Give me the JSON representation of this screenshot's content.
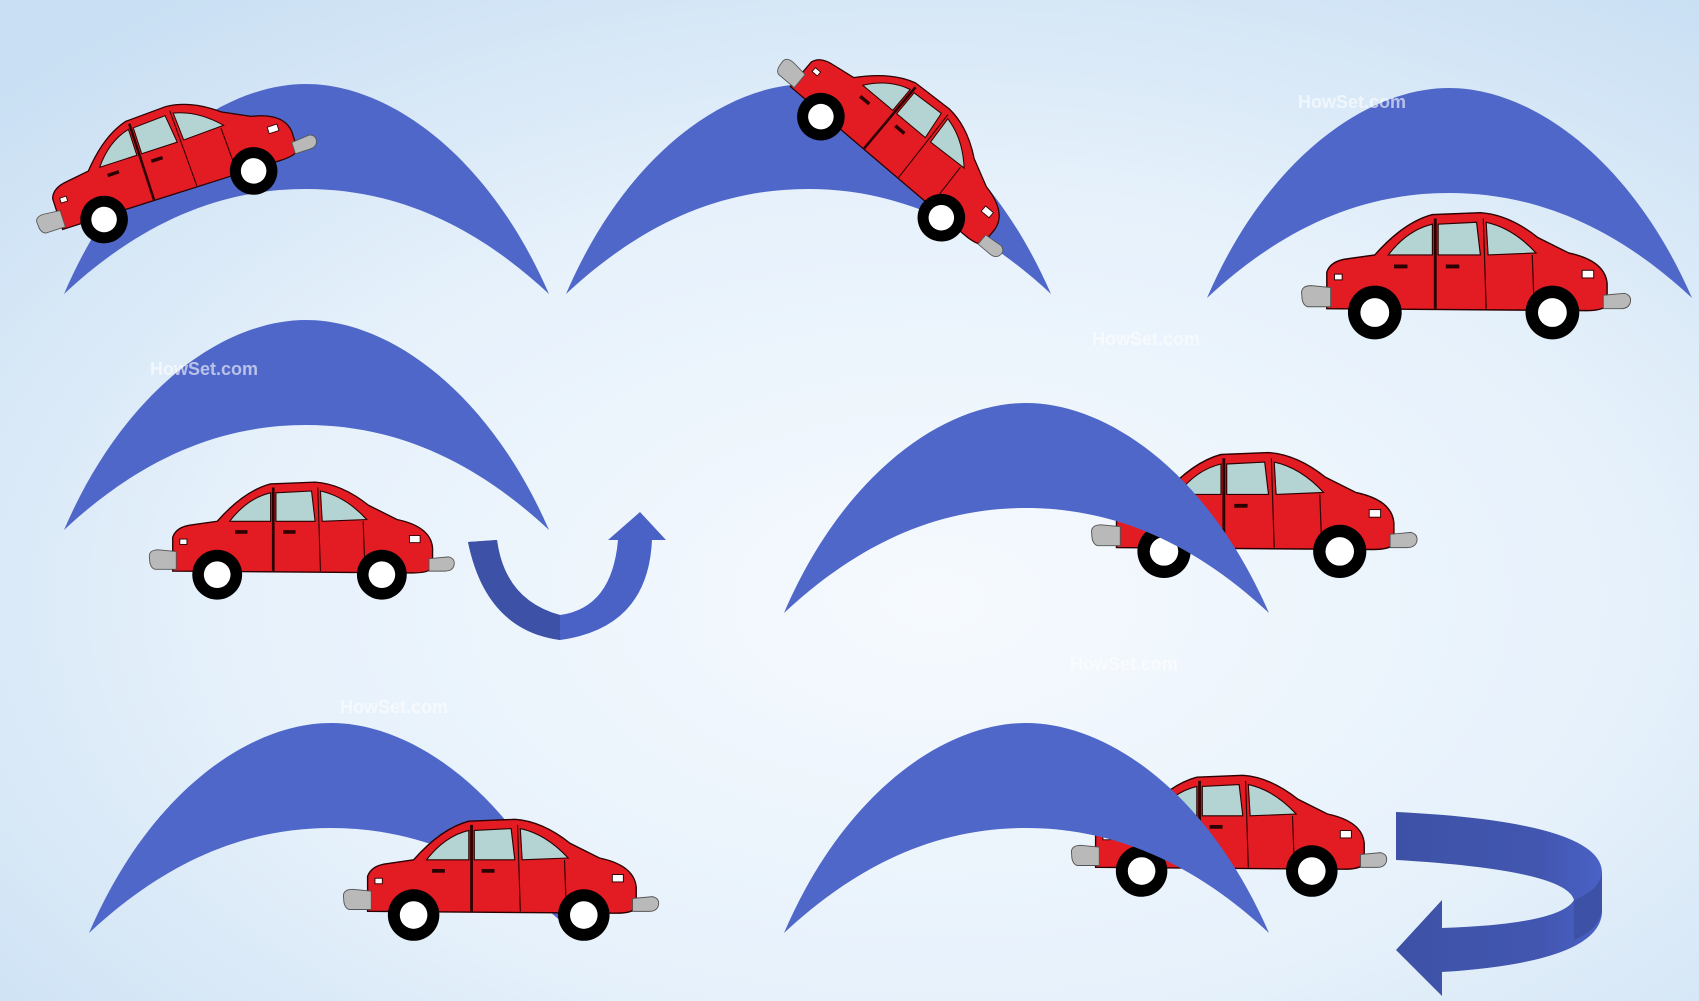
{
  "colors": {
    "background_top": "#d4e6f6",
    "background_mid": "#f3f8fd",
    "arch": "#4f67c9",
    "arrow_light": "#4a62c6",
    "arrow_dark": "#3d52a6",
    "car_body": "#e31b23",
    "car_window": "#b4d4d4",
    "tire": "#000000",
    "hubcap": "#ffffff",
    "bumper": "#b9b9b9"
  },
  "watermarks": [
    "HowSet.com",
    "HowSet.com",
    "HowSet.com",
    "HowSet.com",
    "HowSet.com"
  ],
  "scenes": [
    {
      "label": "car-over-arch-left",
      "icon": "car-icon"
    },
    {
      "label": "car-over-arch-down",
      "icon": "car-icon"
    },
    {
      "label": "car-under-arch",
      "icon": "car-icon"
    },
    {
      "label": "car-under-arch-with-u-arrow",
      "icon": "curved-arrow-icon"
    },
    {
      "label": "car-behind-arch-right",
      "icon": "car-icon"
    },
    {
      "label": "car-through-arch-bottom",
      "icon": "car-icon"
    },
    {
      "label": "car-behind-arch-with-loop-arrow",
      "icon": "loop-arrow-icon"
    }
  ]
}
